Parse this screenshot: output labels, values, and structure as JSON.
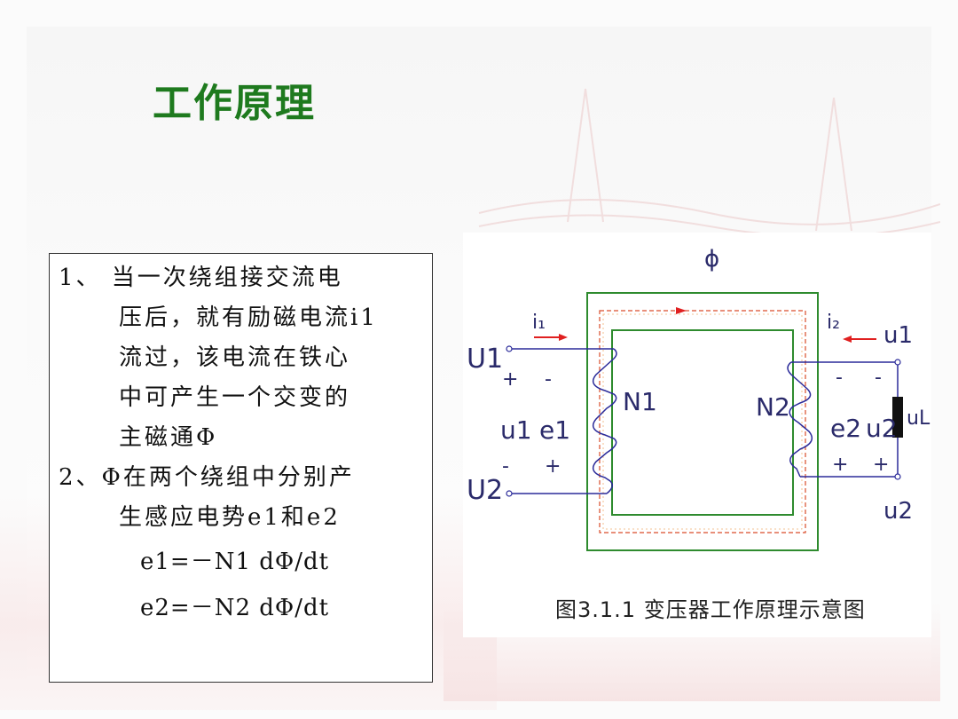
{
  "title": "工作原理",
  "text_box": {
    "lines": [
      "1、 当一次绕组接交流电",
      "压后，就有励磁电流i1",
      "流过，该电流在铁心",
      "中可产生一个交变的",
      "主磁通Φ",
      "2、Φ在两个绕组中分别产",
      "生感应电势e1和e2",
      "e1=－N1 dΦ/dt",
      "e2=－N2 dΦ/dt"
    ]
  },
  "diagram": {
    "caption": "图3.1.1  变压器工作原理示意图",
    "labels": {
      "phi": "ϕ",
      "i1": "i₁",
      "i2": "i₂",
      "U1_left": "U1",
      "U2_left": "U2",
      "u1_left": "u1",
      "e1": "e1",
      "N1": "N1",
      "N2": "N2",
      "e2": "e2",
      "u2_right": "u2",
      "u1_right": "u1",
      "u2_bottom": "u2",
      "uL": "uL",
      "plus": "+",
      "minus": "-"
    },
    "colors": {
      "core": "#2e8b2e",
      "flux": "#d94c2a",
      "wire": "#2b2b9a",
      "arrow": "#e02020",
      "load": "#111111"
    }
  }
}
